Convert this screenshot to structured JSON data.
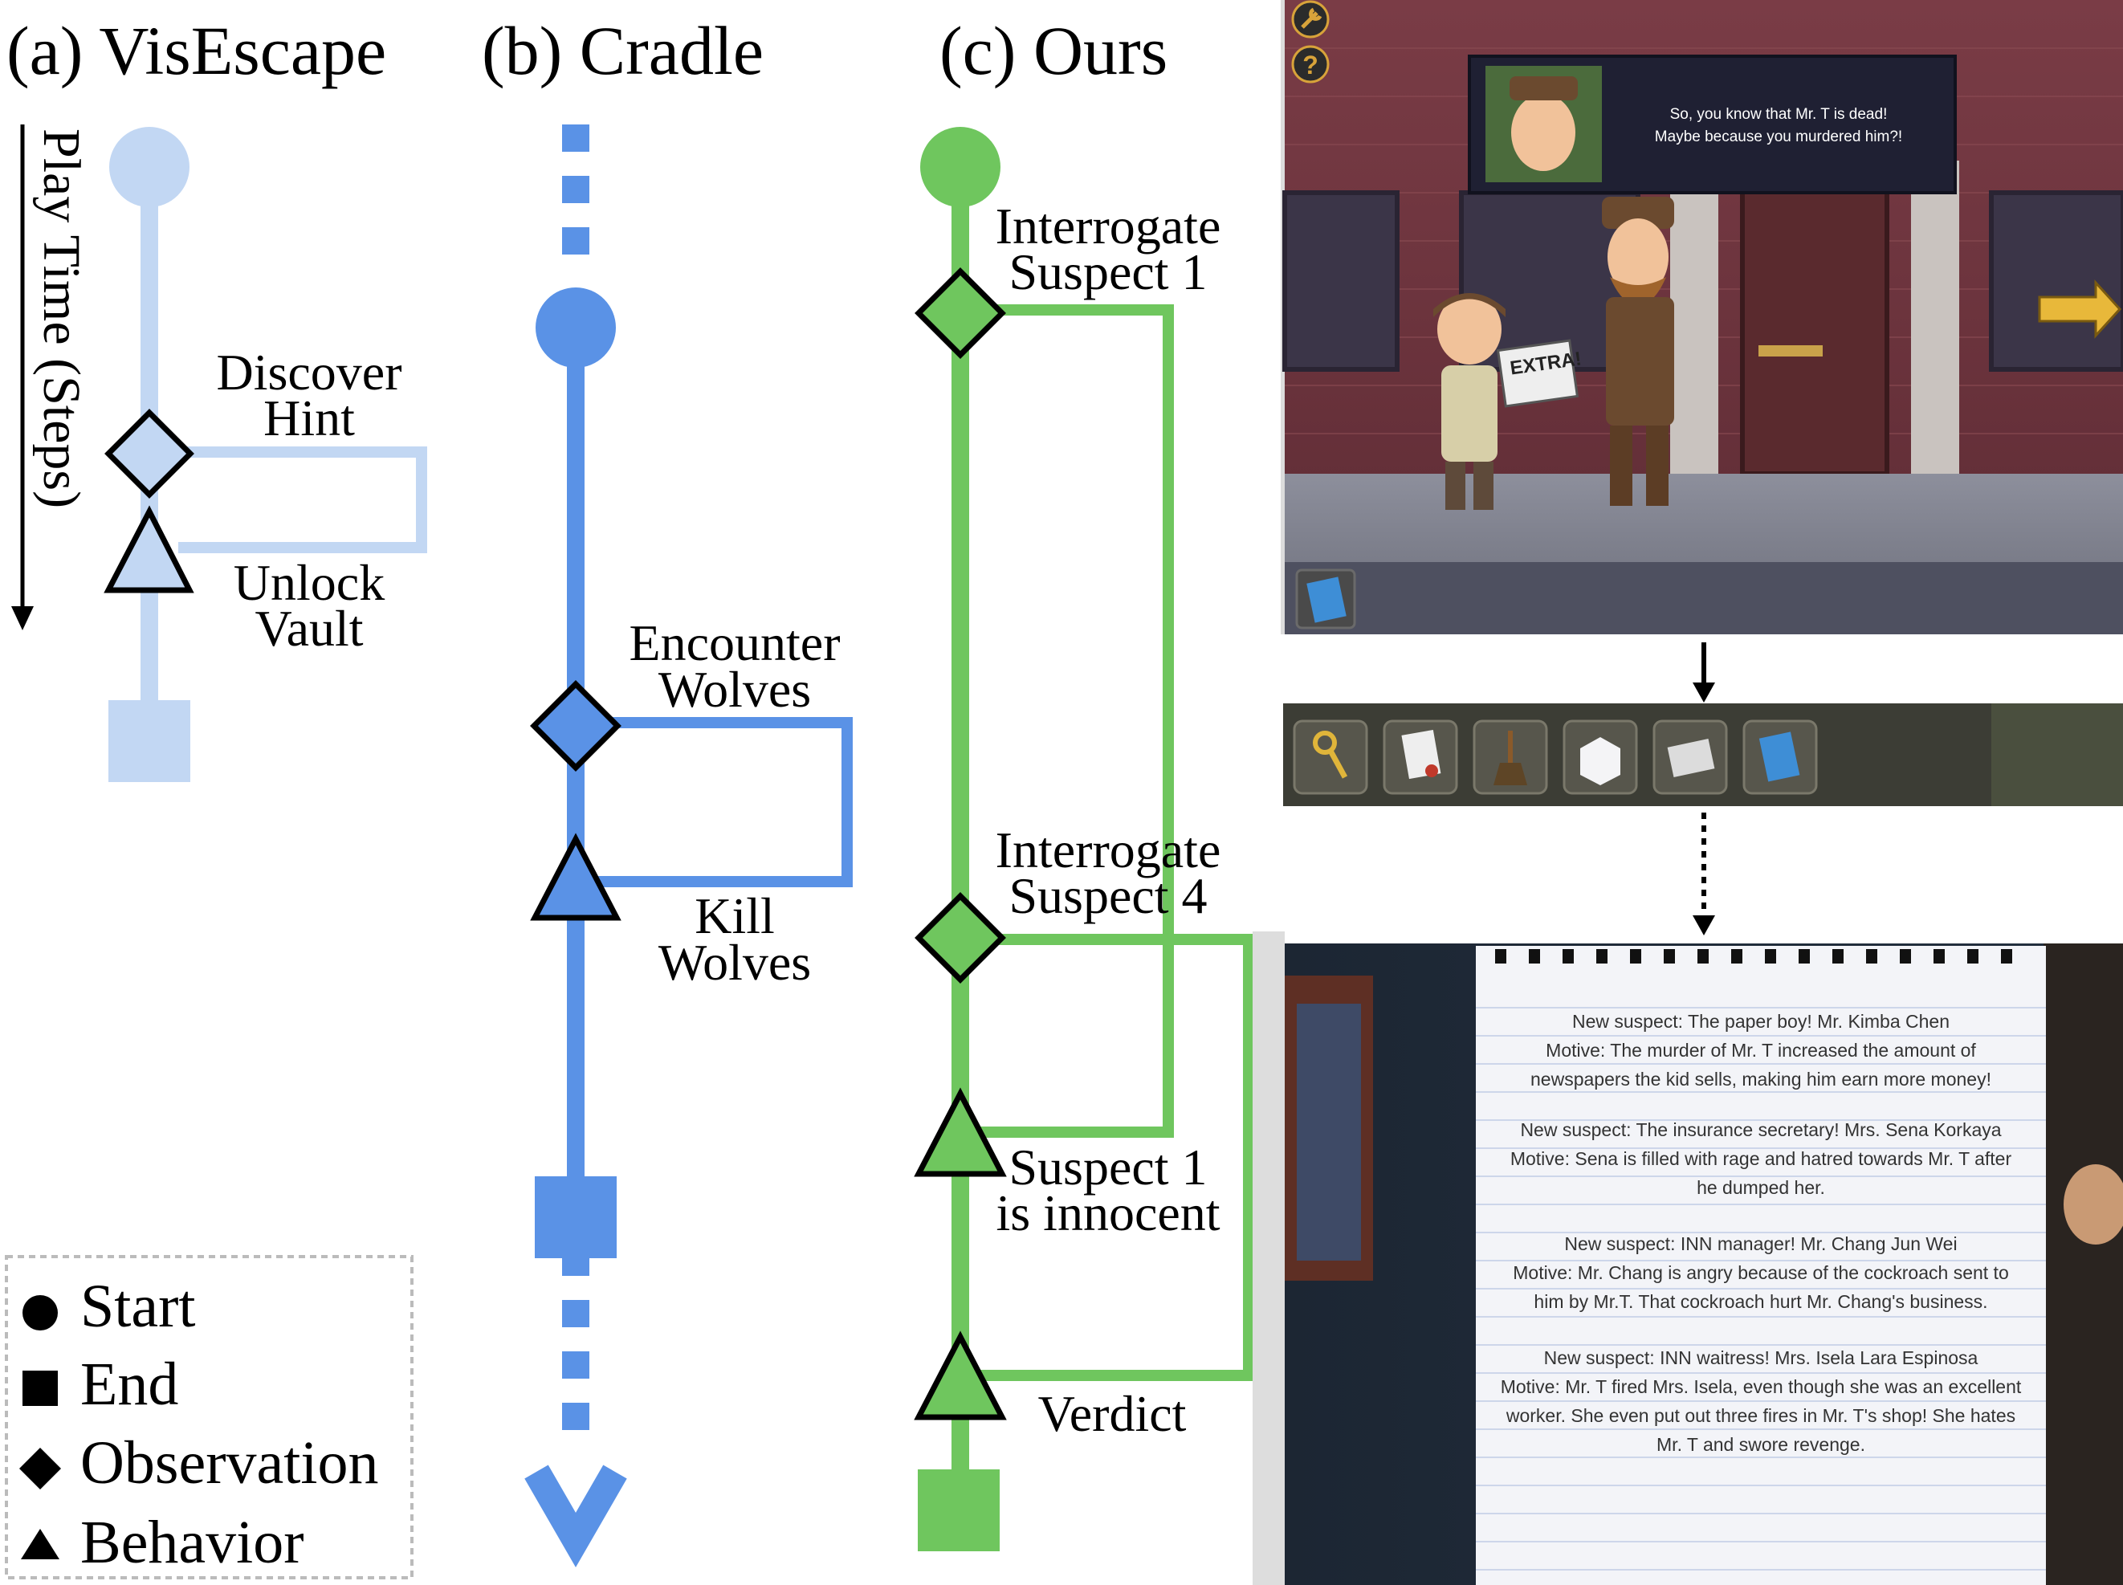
{
  "colors": {
    "visescape": "#c2d7f3",
    "cradle": "#5a92e6",
    "ours": "#6fc65e",
    "outline": "#000000"
  },
  "panels": {
    "a": {
      "title": "(a) VisEscape",
      "axis_label": "Play Time (Steps)",
      "observation": [
        "Discover",
        "Hint"
      ],
      "behavior": [
        "Unlock",
        "Vault"
      ]
    },
    "b": {
      "title": "(b) Cradle",
      "observation": [
        "Encounter",
        "Wolves"
      ],
      "behavior": [
        "Kill",
        "Wolves"
      ]
    },
    "c": {
      "title": "(c) Ours",
      "observation_1": [
        "Interrogate",
        "Suspect 1"
      ],
      "observation_2": [
        "Interrogate",
        "Suspect 4"
      ],
      "behavior_1": [
        "Suspect 1",
        "is innocent"
      ],
      "behavior_2": "Verdict"
    }
  },
  "legend": {
    "start": "Start",
    "end": "End",
    "observation": "Observation",
    "behavior": "Behavior"
  },
  "game": {
    "dialog_lines": [
      "So, you know that Mr. T is dead!",
      "Maybe because you murdered him?!"
    ],
    "newspaper_text": "EXTRA!",
    "wrench_icon": "wrench-icon",
    "help_icon": "question-icon",
    "next_arrow_icon": "arrow-right-icon",
    "inventory_items": [
      "key-icon",
      "document-icon",
      "broom-icon",
      "sugar-cube-icon",
      "newspaper-icon",
      "notebook-icon"
    ],
    "notebook_lines": [
      "New suspect: The paper boy! Mr. Kimba Chen",
      "Motive: The murder of Mr. T increased the amount of",
      "newspapers the kid sells, making him earn more money!",
      "",
      "New suspect: The insurance secretary! Mrs. Sena Korkaya",
      "Motive: Sena is filled with rage and hatred towards Mr. T after",
      "he dumped her.",
      "",
      "New suspect: INN manager! Mr. Chang Jun Wei",
      "Motive: Mr. Chang is angry because of the cockroach sent to",
      "him by Mr.T. That cockroach hurt Mr. Chang's business.",
      "",
      "New suspect: INN waitress! Mrs. Isela Lara Espinosa",
      "Motive: Mr. T fired Mrs. Isela, even though she was an excellent",
      "worker. She even put out three fires in Mr. T's shop! She hates",
      "Mr. T and swore revenge."
    ]
  }
}
